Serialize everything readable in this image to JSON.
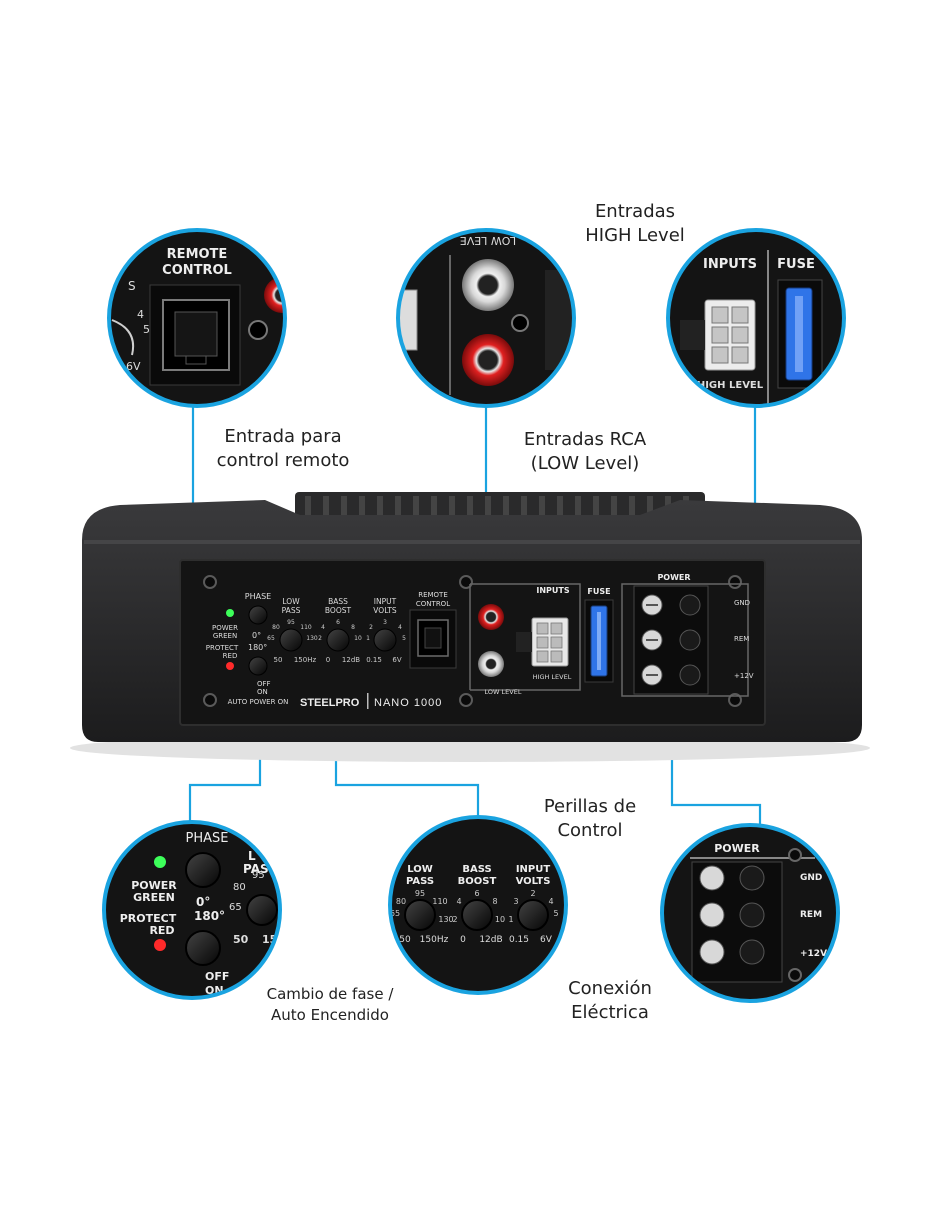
{
  "captions": {
    "high_level": [
      "Entradas",
      "HIGH Level"
    ],
    "remote": [
      "Entrada para",
      "control remoto"
    ],
    "rca": [
      "Entradas RCA",
      "(LOW Level)"
    ],
    "knobs": [
      "Perillas de",
      "Control"
    ],
    "phase": [
      "Cambio de fase /",
      "Auto Encendido"
    ],
    "power": [
      "Conexión",
      "Eléctrica"
    ]
  },
  "panel": {
    "phase": "PHASE",
    "power_green": [
      "POWER",
      "GREEN"
    ],
    "protect_red": [
      "PROTECT",
      "RED"
    ],
    "phase_0": "0°",
    "phase_180": "180°",
    "auto_off": "OFF",
    "auto_on": "ON",
    "auto_power_on": "AUTO POWER ON",
    "low_pass": [
      "LOW",
      "PASS"
    ],
    "low_pass_ticks": [
      "80",
      "95",
      "110",
      "65",
      "130",
      "50",
      "150Hz"
    ],
    "bass_boost": [
      "BASS",
      "BOOST"
    ],
    "bass_ticks": [
      "4",
      "6",
      "8",
      "2",
      "10",
      "0",
      "12dB"
    ],
    "input_volts": [
      "INPUT",
      "VOLTS"
    ],
    "volts_ticks": [
      "2",
      "3",
      "4",
      "1",
      "5",
      "0.15",
      "6V"
    ],
    "remote_control": [
      "REMOTE",
      "CONTROL"
    ],
    "inputs": "INPUTS",
    "high_level": "HIGH LEVEL",
    "low_level": "LOW LEVEL",
    "fuse": "FUSE",
    "power": "POWER",
    "gnd": "GND",
    "rem": "REM",
    "plus12": "+12V",
    "brand": "STEELPRO",
    "model": "NANO 1000"
  },
  "zoom": {
    "remote_title": [
      "REMOTE",
      "CONTROL"
    ],
    "remote_side": [
      "S",
      "4",
      "5",
      "6V"
    ],
    "rca_label": "LOW LEVE",
    "inputs": "INPUTS",
    "fuse": "FUSE",
    "high_level": "HIGH LEVEL",
    "phase": "PHASE",
    "power_green": [
      "POWER",
      "GREEN"
    ],
    "protect_red": [
      "PROTECT",
      "RED"
    ],
    "phase_0": "0°",
    "phase_180": "180°",
    "off": "OFF",
    "on": "ON",
    "lp_partial": [
      "L",
      "PAS"
    ],
    "lp_ticks": [
      "80",
      "95",
      "65",
      "50",
      "15"
    ],
    "knobs_low_pass": [
      "LOW",
      "PASS"
    ],
    "knobs_lp_ticks": [
      "95",
      "80",
      "110",
      "65",
      "130",
      "50",
      "150Hz"
    ],
    "knobs_bass": [
      "BASS",
      "BOOST"
    ],
    "knobs_bass_ticks": [
      "6",
      "4",
      "8",
      "2",
      "10",
      "0",
      "12dB"
    ],
    "knobs_volts": [
      "INPUT",
      "VOLTS"
    ],
    "knobs_volts_ticks": [
      "3",
      "2",
      "4",
      "1",
      "5",
      "0.15",
      "6V"
    ],
    "power": "POWER",
    "gnd": "GND",
    "rem": "REM",
    "plus12": "+12V"
  },
  "colors": {
    "accent": "#1aa3e0",
    "panel": "#141414",
    "body": "#2b2b2d",
    "led_green": "#3dff5a",
    "led_red": "#ff2a2a",
    "fuse_blue": "#2f74e8",
    "rca_red": "#e02020"
  }
}
